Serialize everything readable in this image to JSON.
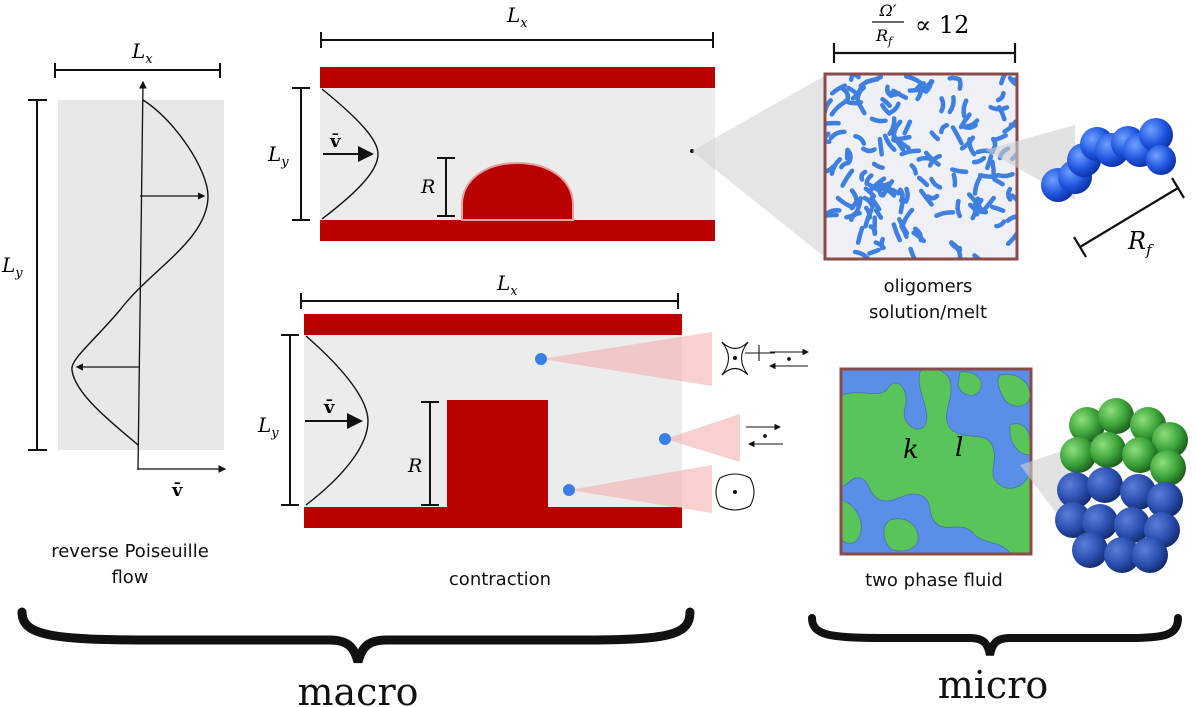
{
  "panels": {
    "poiseuille": {
      "caption_line1": "reverse Poiseuille",
      "caption_line2": "flow",
      "lx": "L",
      "lx_sub": "x",
      "ly": "L",
      "ly_sub": "y",
      "v": "v̄"
    },
    "bump": {
      "lx": "L",
      "lx_sub": "x",
      "ly": "L",
      "ly_sub": "y",
      "r": "R",
      "v": "v̄"
    },
    "contraction": {
      "caption": "contraction",
      "lx": "L",
      "lx_sub": "x",
      "ly": "L",
      "ly_sub": "y",
      "r": "R",
      "v": "v̄"
    },
    "oligomers": {
      "ratio_num": "Ω′",
      "ratio_den": "R",
      "ratio_den_sub": "f",
      "ratio_rhs": "∝ 12",
      "caption_line1": "oligomers",
      "caption_line2": "solution/melt",
      "rf": "R",
      "rf_sub": "f"
    },
    "two_phase": {
      "caption": "two phase fluid",
      "k": "k",
      "l": "l"
    }
  },
  "groups": {
    "macro": "macro",
    "micro": "micro"
  },
  "colors": {
    "wall": "#b80000",
    "channel": "#ececec",
    "blob": "#3f7fe0",
    "phase_blue": "#5a8fe8",
    "phase_green": "#58c45a",
    "frame": "#8a4a4a"
  }
}
